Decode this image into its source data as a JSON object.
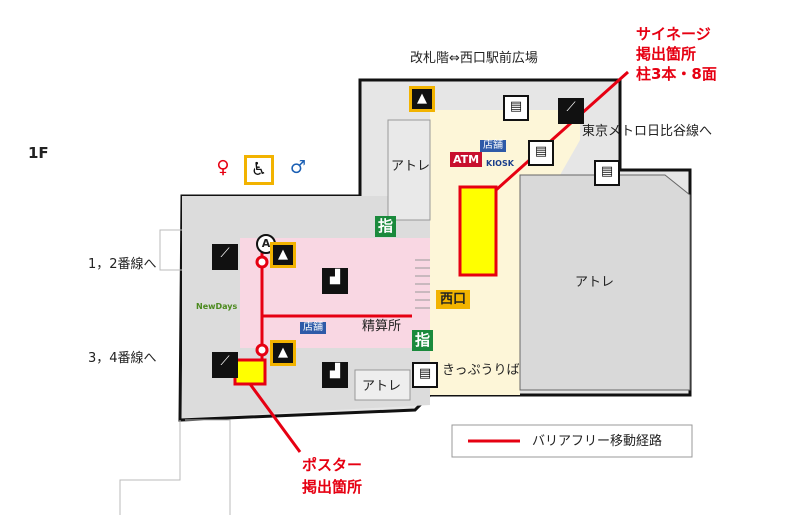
{
  "floor_label": "1F",
  "labels": {
    "kaisatsu": "改札階⇔西口駅前広場",
    "tokyo_metro": "東京メトロ日比谷線へ",
    "track_12": "1，2番線へ",
    "track_34": "3，4番線へ",
    "atre_upper": "アトレ",
    "atre_right": "アトレ",
    "atre_bottom": "アトレ",
    "seisanjo": "精算所",
    "nishiguchi": "西口",
    "ticket_office": "きっぷうりば",
    "shop_badge": "店舗",
    "shop_badge_2": "店舗",
    "atm": "ATM",
    "kiosk": "KIOSK",
    "newdays": "NewDays",
    "yubi": "指",
    "yubi_2": "指",
    "point_a": "A"
  },
  "callouts": {
    "signage_title": "サイネージ",
    "signage_line2": "掲出箇所",
    "signage_line3": "柱3本・8面",
    "poster_line1": "ポスター",
    "poster_line2": "掲出箇所"
  },
  "legend": {
    "barrier_free_route": "バリアフリー移動経路"
  },
  "colors": {
    "highlight_fill": "#ffff00",
    "highlight_stroke": "#e60012",
    "route_red": "#e60012",
    "pink_area": "#f9d7e3",
    "cream_area": "#fdf6d8",
    "gray_area": "#d9d9d9",
    "icon_border": "#f2b300"
  },
  "icons": [
    "elevator-icon",
    "escalator-icon",
    "stairs-icon",
    "toilet-male-icon",
    "toilet-female-icon",
    "wheelchair-icon",
    "atm-icon",
    "kiosk-icon",
    "ticket-machine-icon",
    "shop-icon"
  ]
}
